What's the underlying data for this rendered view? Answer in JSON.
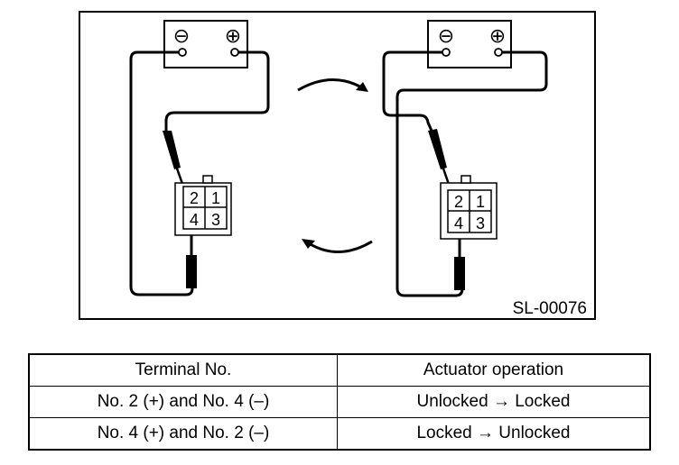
{
  "figure": {
    "code": "SL-00076",
    "battery_negative_symbol": "⊖",
    "battery_positive_symbol": "⊕",
    "connector_left": {
      "pins": [
        "2",
        "1",
        "4",
        "3"
      ]
    },
    "connector_right": {
      "pins": [
        "2",
        "1",
        "4",
        "3"
      ]
    }
  },
  "table": {
    "headers": [
      "Terminal No.",
      "Actuator operation"
    ],
    "rows": [
      {
        "terminal": "No. 2 (+) and No. 4 (–)",
        "operation": "Unlocked → Locked"
      },
      {
        "terminal": "No. 4 (+) and No. 2 (–)",
        "operation": "Locked → Unlocked"
      }
    ]
  }
}
